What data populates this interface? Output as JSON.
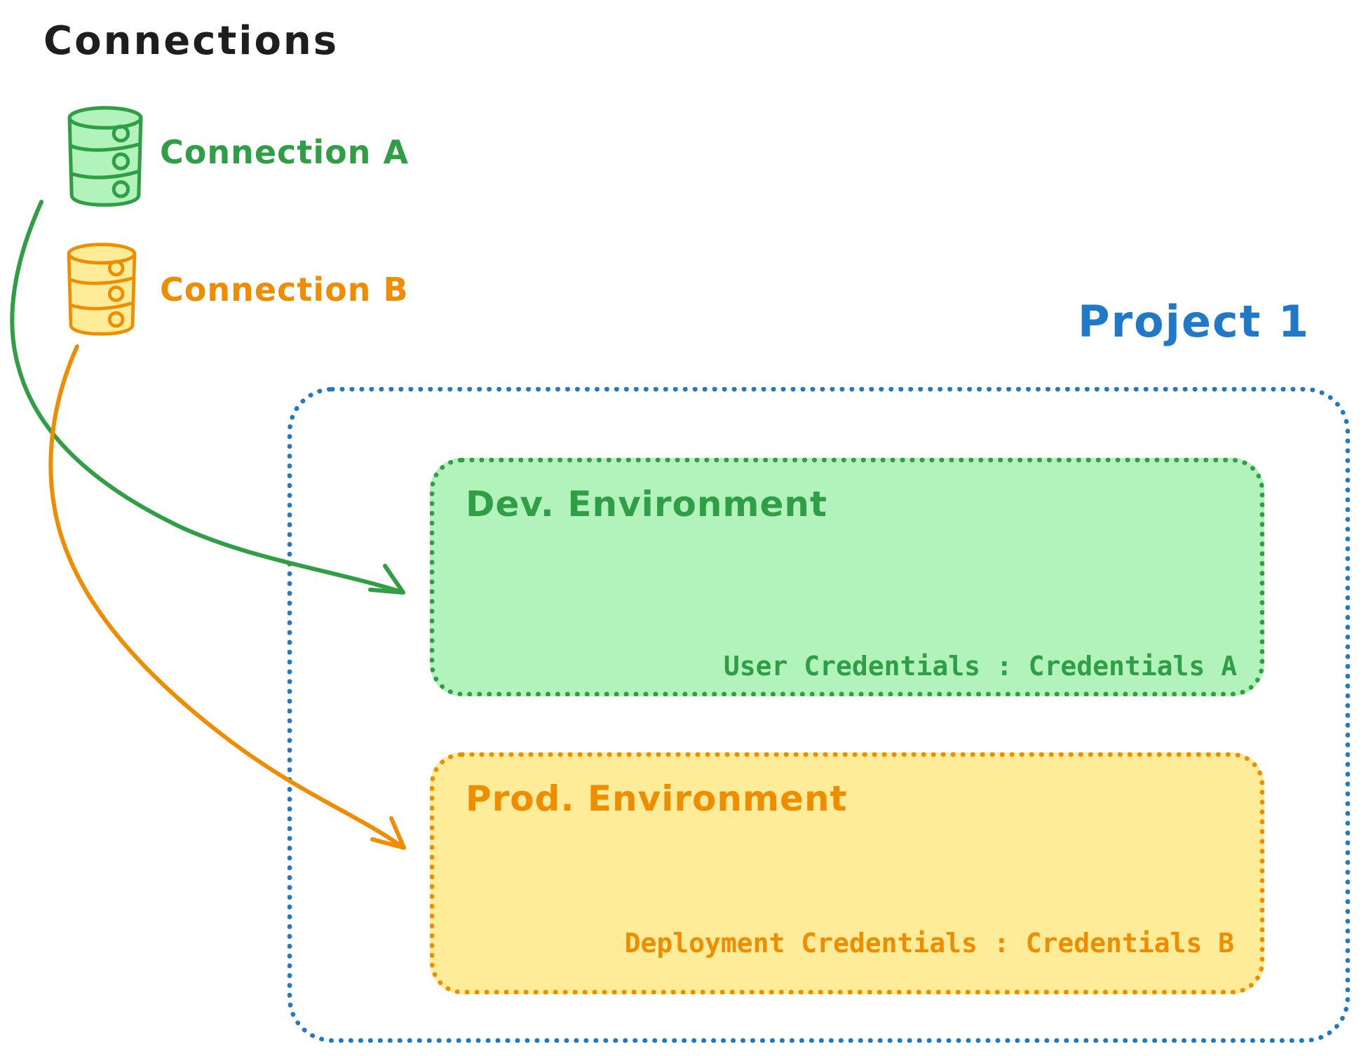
{
  "diagram": {
    "title": "Connections",
    "connections": [
      {
        "label": "Connection A",
        "icon": "database-icon",
        "stroke_color": "#2f9e44",
        "fill_color": "#b2f2bb"
      },
      {
        "label": "Connection B",
        "icon": "database-icon",
        "stroke_color": "#f08c00",
        "fill_color": "#ffec99"
      }
    ],
    "project": {
      "title": "Project 1",
      "border_color": "#1f78c8",
      "environments": [
        {
          "name": "Dev. Environment",
          "credentials_label": "User Credentials : Credentials A",
          "stroke_color": "#2f9e44",
          "fill_color": "#b2f2bb"
        },
        {
          "name": "Prod. Environment",
          "credentials_label": "Deployment Credentials : Credentials B",
          "stroke_color": "#f08c00",
          "fill_color": "#ffec99"
        }
      ]
    },
    "arrows": [
      {
        "from": "Connection A",
        "to": "Dev. Environment",
        "color": "#2f9e44"
      },
      {
        "from": "Connection B",
        "to": "Prod. Environment",
        "color": "#f08c00"
      }
    ],
    "colors": {
      "text_dark": "#1e1e1e",
      "green_stroke": "#2f9e44",
      "green_fill": "#b2f2bb",
      "orange_stroke": "#f08c00",
      "orange_fill": "#ffec99",
      "blue_stroke": "#1f78c8"
    }
  }
}
